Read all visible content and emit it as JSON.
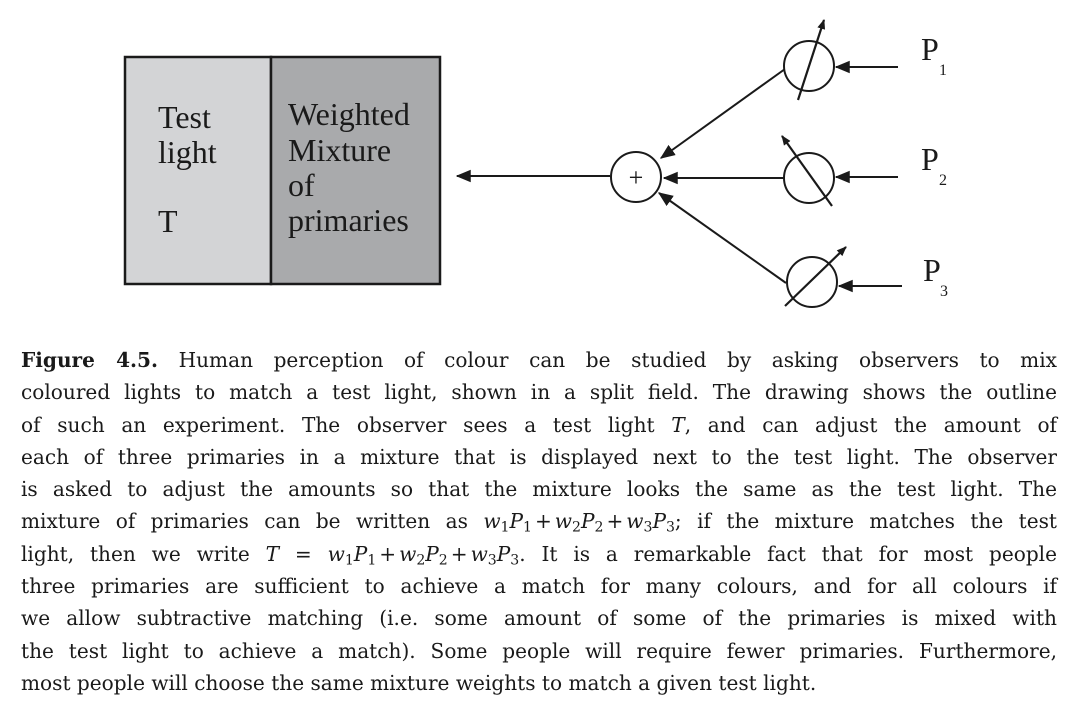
{
  "diagram": {
    "test_panel": {
      "lines": [
        "Test",
        "light"
      ],
      "symbol": "T",
      "color": "#d3d4d6"
    },
    "mixture_panel": {
      "lines": [
        "Weighted",
        "Mixture",
        "of",
        "primaries"
      ],
      "color": "#a9aaac"
    },
    "adder_symbol": "+",
    "primaries": [
      {
        "letter": "P",
        "index": "1"
      },
      {
        "letter": "P",
        "index": "2"
      },
      {
        "letter": "P",
        "index": "3"
      }
    ]
  },
  "caption": {
    "label": "Figure 4.5.",
    "lines": [
      " Human perception of colour can be studied by asking observers to mix",
      "coloured lights to match a test light, shown in a split field. The drawing shows the outline",
      "of such an experiment. The observer sees a test light ",
      ", and can adjust the amount of",
      "each of three primaries in a mixture that is displayed next to the test light. The observer",
      "is asked to adjust the amounts so that the mixture looks the same as the test light. The",
      "mixture of primaries can be written as ",
      "; if the mixture matches the test",
      "light, then we write ",
      ". It is a remarkable fact that for most people",
      "three primaries are sufficient to achieve a match for many colours, and for all colours if",
      "we allow subtractive matching (i.e. some amount of some of the primaries is mixed with",
      "the test light to achieve a match). Some people will require fewer primaries. Furthermore,",
      "most people will choose the same mixture weights to match a given test light."
    ],
    "math_T": "T",
    "math_mixture": "w1P1+w2P2+w3P3",
    "math_equation": "T = w1P1+w2P2+w3P3"
  }
}
